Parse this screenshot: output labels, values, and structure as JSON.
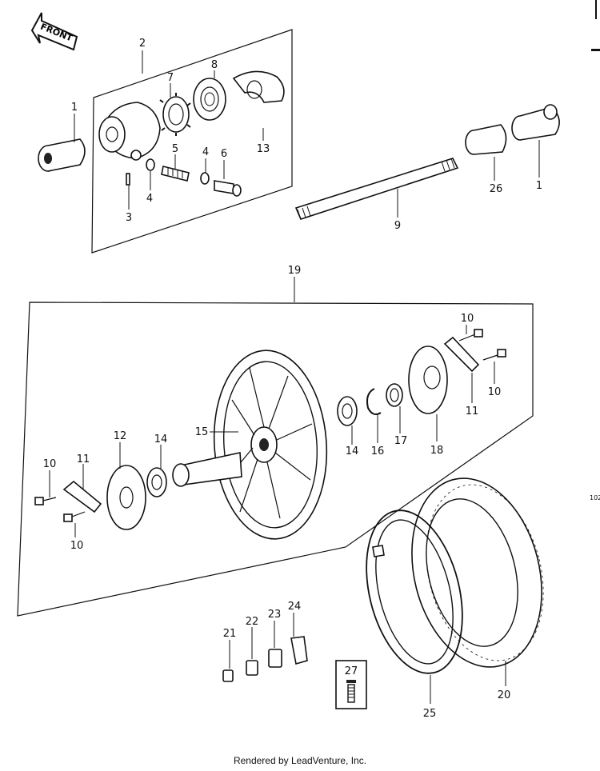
{
  "front_label": "FRONT",
  "footer": "Rendered by LeadVenture, Inc.",
  "side_code": "102",
  "labels": {
    "p1a": "1",
    "p2": "2",
    "p3": "3",
    "p4a": "4",
    "p4b": "4",
    "p5": "5",
    "p6": "6",
    "p7": "7",
    "p8": "8",
    "p13": "13",
    "p26": "26",
    "p1b": "1",
    "p9": "9",
    "p19": "19",
    "p10a": "10",
    "p10b": "10",
    "p10c": "10",
    "p10d": "10",
    "p11a": "11",
    "p11b": "11",
    "p12": "12",
    "p14a": "14",
    "p14b": "14",
    "p15": "15",
    "p16": "16",
    "p17": "17",
    "p18": "18",
    "p20": "20",
    "p21": "21",
    "p22": "22",
    "p23": "23",
    "p24": "24",
    "p25": "25",
    "p27": "27"
  }
}
